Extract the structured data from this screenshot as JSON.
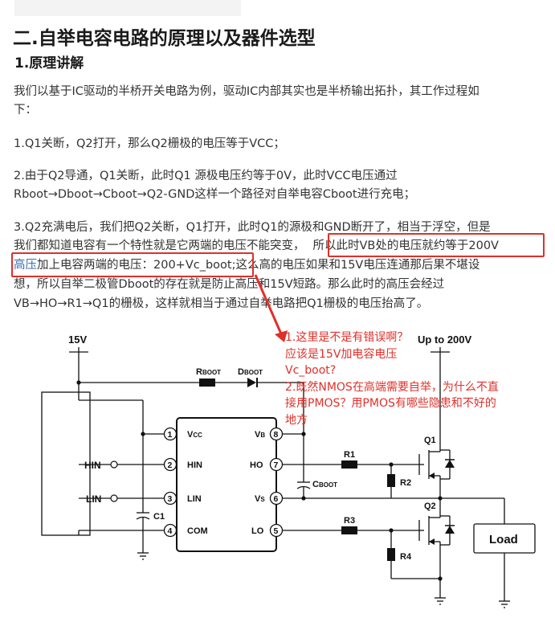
{
  "section_title": "二.自举电容电路的原理以及器件选型",
  "subsection_title": "1.原理讲解",
  "intro": "我们以基于IC驱动的半桥开关电路为例，驱动IC内部其实也是半桥输出拓扑，其工作过程如",
  "intro_cont": "下：",
  "step1": "1.Q1关断，Q2打开，那么Q2栅极的电压等于VCC；",
  "step2_l1": "2.由于Q2导通，Q1关断，此时Q1 源极电压约等于0V，此时VCC电压通过",
  "step2_l2": "Rboot→Dboot→Cboot→Q2-GND这样一个路径对自举电容Cboot进行充电；",
  "step3_l1": "3.Q2充满电后，我们把Q2关断，Q1打开，此时Q1的源极和GND断开了，相当于浮空，但是",
  "step3_l2a": "我们都知道电容有一个特性就是它两端的电压不能突变，",
  "step3_l2b": "所以此时VB处的电压就约等于200V",
  "step3_l3_link": "高压",
  "step3_l3_rest": "加上电容两端的电压：200+Vc_boot;这么高的电压如果和15V电压连通那后果不堪设",
  "step3_l4": "想，所以自举二极管Dboot的存在就是防止高压和15V短路。那么此时的高压会经过",
  "step3_l5": "VB→HO→R1→Q1的栅极，这样就相当于通过自举电路把Q1栅极的电压抬高了。",
  "annotation": [
    "1.这里是不是有错误啊？",
    "应该是15V加电容电压",
    "Vc_boot?",
    "2.既然NMOS在高端需要自举，为什么不直",
    "接用PMOS？用PMOS有哪些隐患和不好的",
    "地方"
  ],
  "colors": {
    "highlight": "#e0302a",
    "link": "#3a6fb0"
  },
  "circuit": {
    "supply_15v": "15V",
    "supply_200v": "Up to 200V",
    "rboot_main": "R",
    "rboot_sub": "BOOT",
    "dboot_main": "D",
    "dboot_sub": "BOOT",
    "cboot_main": "C",
    "cboot_sub": "BOOT",
    "c1": "C1",
    "r1": "R1",
    "r2": "R2",
    "r3": "R3",
    "r4": "R4",
    "q1": "Q1",
    "q2": "Q2",
    "load": "Load",
    "hin": "HIN",
    "lin": "LIN",
    "pins_left": [
      {
        "num": "1",
        "name": "V",
        "sub": "CC"
      },
      {
        "num": "2",
        "name": "HIN",
        "sub": ""
      },
      {
        "num": "3",
        "name": "LIN",
        "sub": ""
      },
      {
        "num": "4",
        "name": "COM",
        "sub": ""
      }
    ],
    "pins_right": [
      {
        "num": "8",
        "name": "V",
        "sub": "B"
      },
      {
        "num": "7",
        "name": "HO",
        "sub": ""
      },
      {
        "num": "6",
        "name": "V",
        "sub": "S"
      },
      {
        "num": "5",
        "name": "LO",
        "sub": ""
      }
    ]
  }
}
